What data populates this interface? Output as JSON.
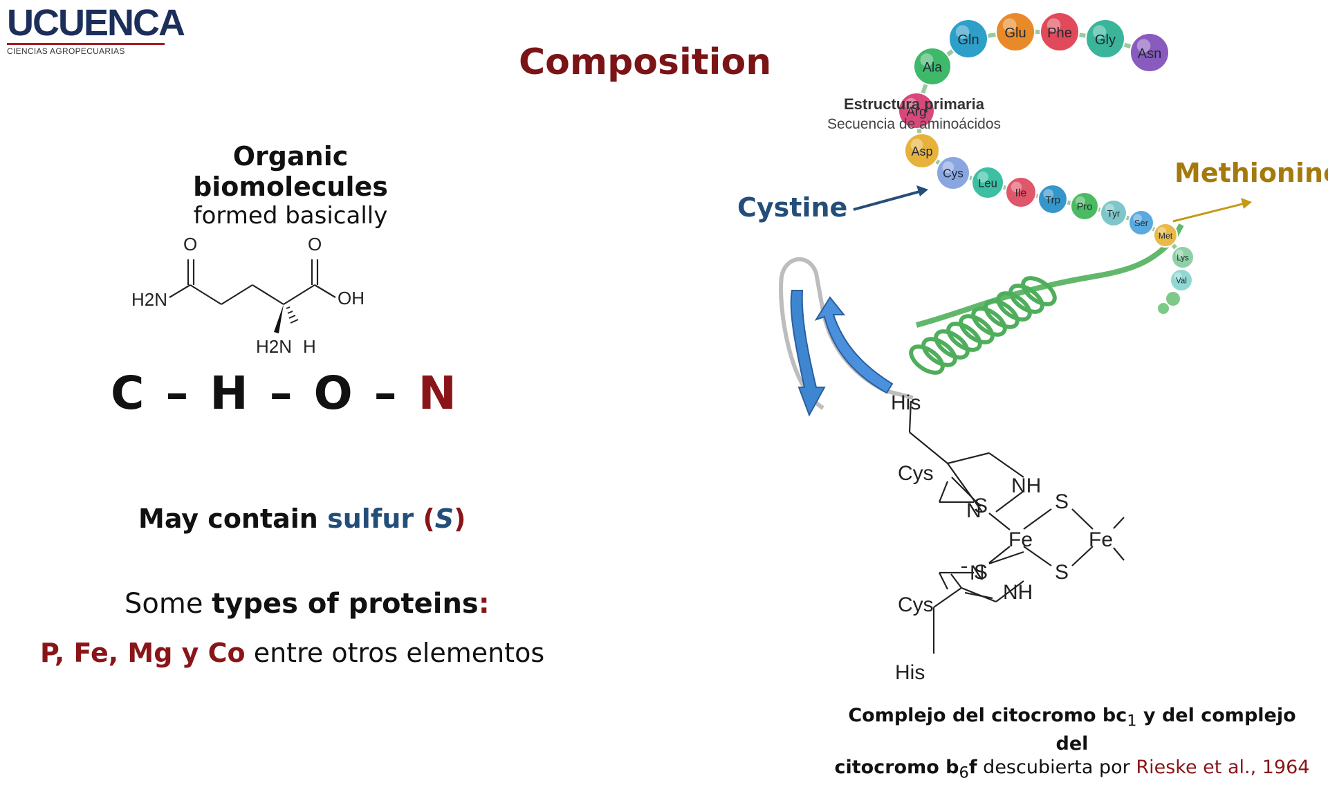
{
  "logo": {
    "name": "UCUENCA",
    "subtitle": "CIENCIAS AGROPECUARIAS"
  },
  "title": "Composition",
  "organic": {
    "line1": "Organic biomolecules",
    "line2": "formed basically"
  },
  "glutamine": {
    "o1": "O",
    "o2": "O",
    "h2n_left": "H2N",
    "oh": "OH",
    "h2n_bottom": "H2N",
    "h": "H"
  },
  "chon": {
    "prefix": "C – H – O – ",
    "n": "N"
  },
  "sulfur": {
    "lead": "May contain ",
    "word": "sulfur",
    "open": "(",
    "symbol": "S",
    "close": ")"
  },
  "proteins": {
    "lead": "Some ",
    "bold": "types of proteins",
    "colon": ":"
  },
  "elements": {
    "list": "P, Fe, Mg y Co",
    "rest": " entre otros elementos"
  },
  "protein_figure": {
    "heading": "Estructura primaria",
    "subheading": "Secuencia de aminoácidos",
    "cystine_label": "Cystine",
    "methionine_label": "Methionine",
    "amino_acids": [
      {
        "label": "Gln",
        "color": "#2e9fc9"
      },
      {
        "label": "Glu",
        "color": "#e88a2a"
      },
      {
        "label": "Phe",
        "color": "#e04a5a"
      },
      {
        "label": "Gly",
        "color": "#3ab59a"
      },
      {
        "label": "Asn",
        "color": "#8a5bbf"
      },
      {
        "label": "Ala",
        "color": "#3fb86a"
      },
      {
        "label": "Arg",
        "color": "#d9487a"
      },
      {
        "label": "Asp",
        "color": "#e7b23c"
      },
      {
        "label": "Cys",
        "color": "#8aa6e0"
      },
      {
        "label": "Leu",
        "color": "#3cbfa3"
      },
      {
        "label": "Ile",
        "color": "#e0566a"
      },
      {
        "label": "Trp",
        "color": "#3496c9"
      },
      {
        "label": "Pro",
        "color": "#4cba63"
      },
      {
        "label": "Tyr",
        "color": "#7ec6c9"
      },
      {
        "label": "Ser",
        "color": "#5aa9df"
      },
      {
        "label": "Met",
        "color": "#e9b94a"
      },
      {
        "label": "Lys",
        "color": "#8fd0a6"
      },
      {
        "label": "Val",
        "color": "#8fd8d4"
      }
    ]
  },
  "fes_figure": {
    "his_top": "His",
    "his_bottom": "His",
    "cys_top": "Cys",
    "cys_bottom": "Cys",
    "s_labels": [
      "S",
      "S",
      "S",
      "S"
    ],
    "fe_left": "Fe",
    "fe_right": "Fe",
    "n_top": "N",
    "nh_top": "NH",
    "n_bottom": "N",
    "nh_bottom": "NH"
  },
  "caption": {
    "b1": "Complejo del citocromo bc",
    "sub1": "1",
    "b2": " y del complejo del",
    "b3": "citocromo b",
    "sub2": "6",
    "b4": "f",
    "plain": " descubierta por ",
    "ref": "Rieske et al., 1964"
  }
}
